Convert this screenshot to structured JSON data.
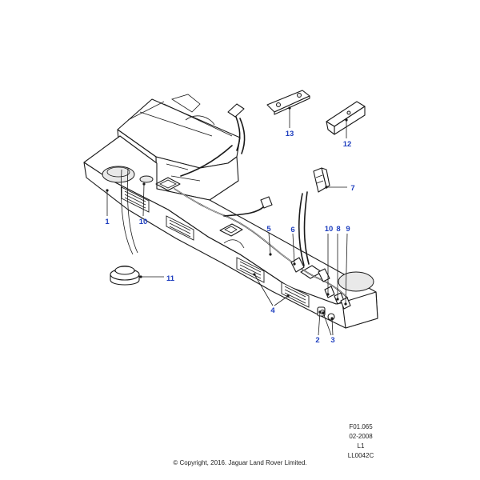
{
  "diagram": {
    "callouts": {
      "c1": "1",
      "c2": "2",
      "c3": "3",
      "c4": "4",
      "c5": "5",
      "c6": "6",
      "c7": "7",
      "c8": "8",
      "c9": "9",
      "c10a": "10",
      "c10b": "10",
      "c11": "11",
      "c12": "12",
      "c13": "13"
    },
    "reference": {
      "code": "F01.065",
      "date": "02-2008",
      "level": "L1",
      "illustration": "LL0042C"
    },
    "copyright": "© Copyright, 2016. Jaguar Land Rover Limited."
  }
}
